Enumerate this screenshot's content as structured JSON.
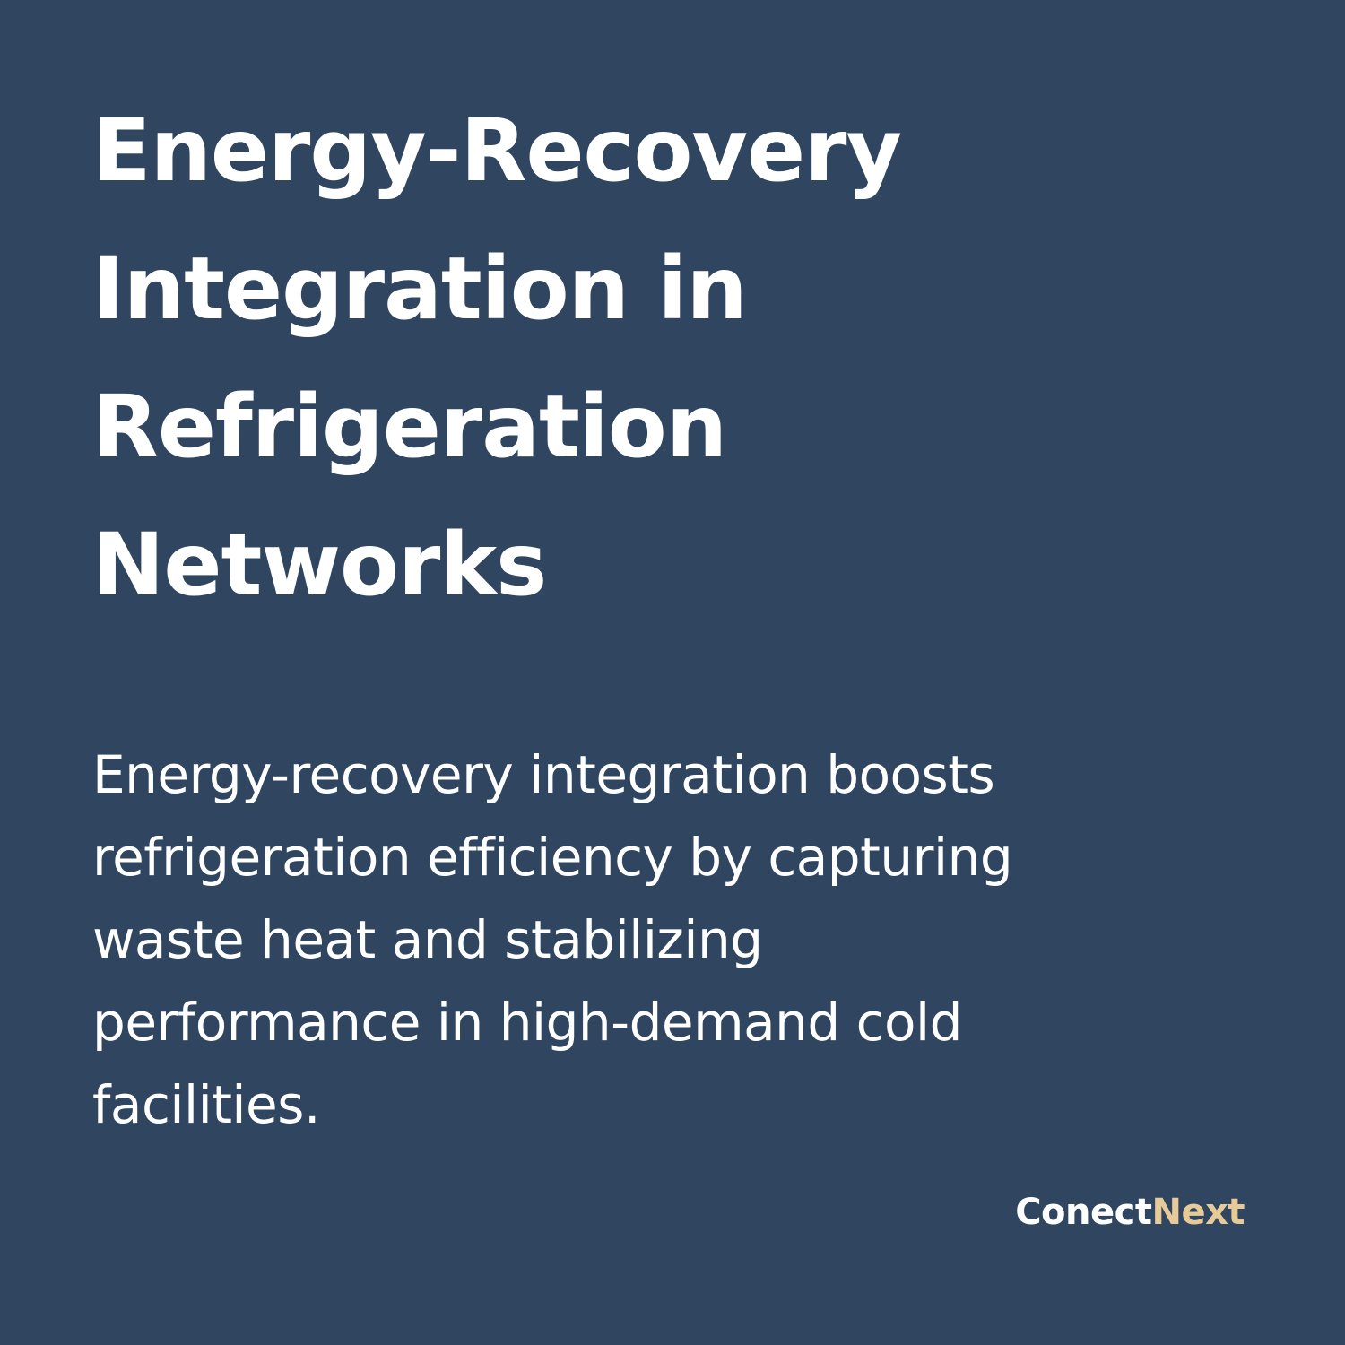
{
  "colors": {
    "background": "#30455f",
    "text": "#ffffff",
    "brand_accent": "#e6cb98"
  },
  "title": {
    "lines": [
      "Energy-Recovery",
      "Integration in",
      "Refrigeration",
      "Networks"
    ]
  },
  "body": {
    "lines": [
      "Energy-recovery integration boosts",
      "refrigeration efficiency by capturing",
      "waste heat and stabilizing",
      "performance in high-demand cold",
      "facilities."
    ]
  },
  "brand": {
    "part_primary": "Conect",
    "part_accent": "Next"
  }
}
